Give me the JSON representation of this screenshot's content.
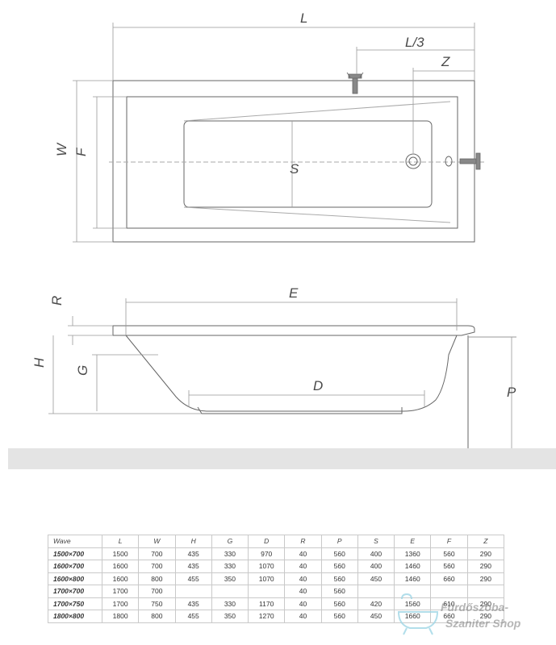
{
  "dimension_labels": {
    "L": "L",
    "L3": "L/3",
    "Z": "Z",
    "W": "W",
    "F": "F",
    "S": "S",
    "R": "R",
    "E": "E",
    "H": "H",
    "G": "G",
    "D": "D",
    "P": "P"
  },
  "table": {
    "headers": [
      "Wave",
      "L",
      "W",
      "H",
      "G",
      "D",
      "R",
      "P",
      "S",
      "E",
      "F",
      "Z"
    ],
    "rows": [
      [
        "1500×700",
        "1500",
        "700",
        "435",
        "330",
        "970",
        "40",
        "560",
        "400",
        "1360",
        "560",
        "290"
      ],
      [
        "1600×700",
        "1600",
        "700",
        "435",
        "330",
        "1070",
        "40",
        "560",
        "400",
        "1460",
        "560",
        "290"
      ],
      [
        "1600×800",
        "1600",
        "800",
        "455",
        "350",
        "1070",
        "40",
        "560",
        "450",
        "1460",
        "660",
        "290"
      ],
      [
        "1700×700",
        "1700",
        "700",
        "",
        "",
        "",
        "40",
        "560",
        "",
        "",
        "",
        ""
      ],
      [
        "1700×750",
        "1700",
        "750",
        "435",
        "330",
        "1170",
        "40",
        "560",
        "420",
        "1560",
        "610",
        "290"
      ],
      [
        "1800×800",
        "1800",
        "800",
        "455",
        "350",
        "1270",
        "40",
        "560",
        "450",
        "1660",
        "660",
        "290"
      ]
    ]
  },
  "watermark": {
    "line1": "Fürdőszoba-",
    "line2": "Szaniter Shop"
  },
  "colors": {
    "line": "#666666",
    "floor": "#e4e4e4",
    "dim": "#999999",
    "watermark_icon": "#9fd6e6"
  }
}
